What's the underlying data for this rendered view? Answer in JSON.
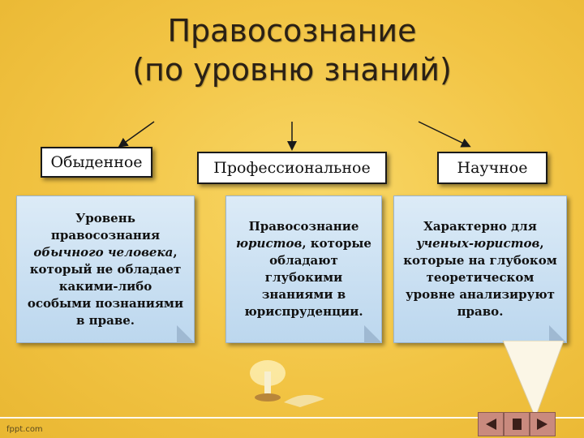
{
  "title": {
    "line1": "Правосознание",
    "line2": "(по уровню знаний)"
  },
  "columns": [
    {
      "header": "Обыденное",
      "description_pre": "Уровень правосознания ",
      "description_italic": "обычного человека",
      "description_post": ", который не обладает какими-либо особыми познаниями в праве."
    },
    {
      "header": "Профессиональное",
      "description_pre": "Правосознание ",
      "description_italic": "юристов",
      "description_post": ", которые обладают глубокими знаниями в юриспруденции."
    },
    {
      "header": "Научное",
      "description_pre": "Характерно для ",
      "description_italic": "ученых-юристов",
      "description_post": ", которые на глубоком теоретическом уровне анализируют право."
    }
  ],
  "footer": "fppt.com",
  "colors": {
    "background": "#f3c74a",
    "card": "#cfe2f3",
    "nav": "#c98a7e"
  }
}
